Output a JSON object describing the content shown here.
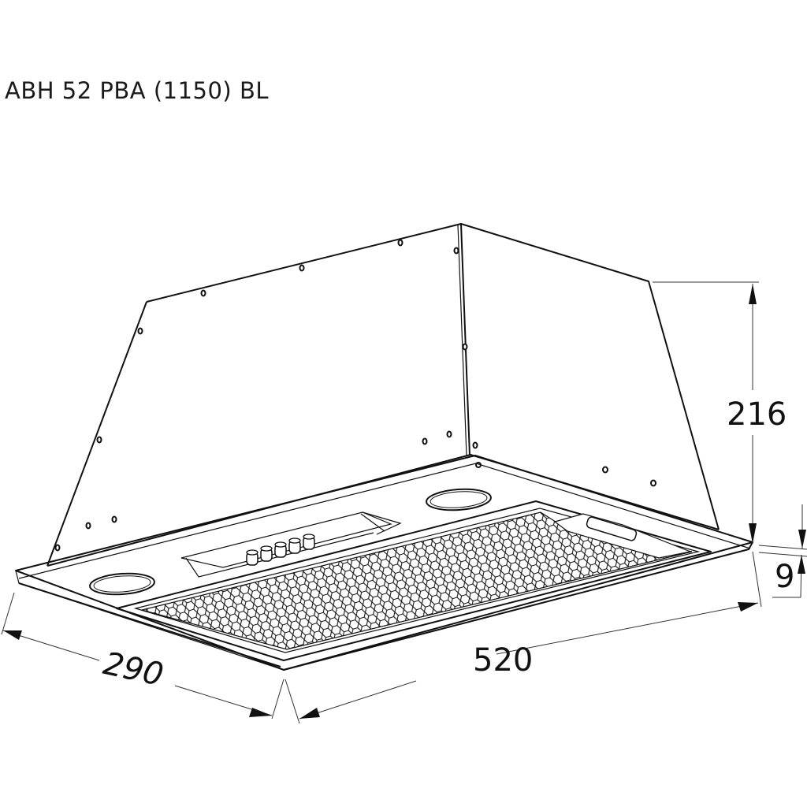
{
  "title": "ABH 52 PBA (1150) BL",
  "dimensions": {
    "depth": "290",
    "width": "520",
    "height": "216",
    "panel_thickness": "9"
  },
  "parts": {
    "body": "built-in range hood housing",
    "filter": "hexagonal mesh grease filter",
    "control_panel": "5 push buttons",
    "lights": "2 round lamps",
    "light_panel": "rectangular lamp cover"
  },
  "colors": {
    "line": "#111111",
    "background": "#ffffff"
  }
}
